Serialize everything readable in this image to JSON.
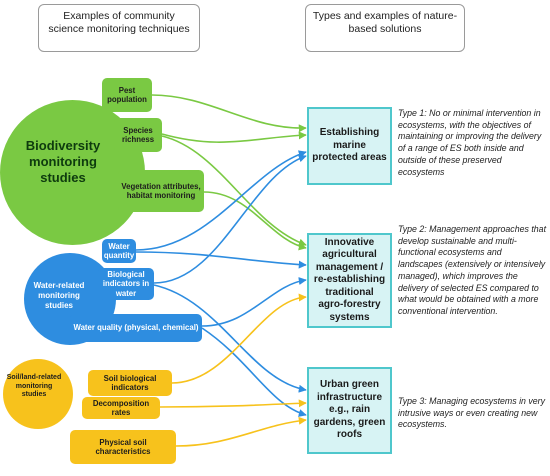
{
  "headers": {
    "left": "Examples of community science monitoring techniques",
    "right": "Types and examples of nature-based solutions"
  },
  "groups": {
    "biodiversity": {
      "label": "Biodiversity monitoring studies",
      "color": "#7ac943",
      "items": [
        "Pest population",
        "Species richness",
        "Vegetation attributes, habitat monitoring"
      ]
    },
    "water": {
      "label": "Water-related monitoring studies",
      "color": "#2e8de0",
      "items": [
        "Water quantity",
        "Biological indicators in water",
        "Water quality (physical, chemical)"
      ]
    },
    "soil": {
      "label": "Soil/land-related monitoring studies",
      "color": "#f7c21c",
      "items": [
        "Soil biological indicators",
        "Decomposition rates",
        "Physical soil characteristics"
      ]
    }
  },
  "solutions": [
    {
      "label": "Establishing marine protected areas",
      "description": "Type 1: No or minimal intervention in ecosystems, with the objectives of maintaining or improving the delivery of a range of ES both inside and outside of these preserved ecosystems"
    },
    {
      "label": "Innovative agricultural management / re-establishing traditional agro-forestry systems",
      "description": "Type 2: Management approaches that develop sustainable and multi-functional ecosystems and landscapes (extensively or intensively managed), which improves the delivery of selected ES compared to what would be obtained with a more conventional intervention."
    },
    {
      "label": "Urban green infrastructure e.g., rain gardens, green roofs",
      "description": "Type 3: Managing ecosystems in very intrusive ways or even creating new ecosystems."
    }
  ]
}
